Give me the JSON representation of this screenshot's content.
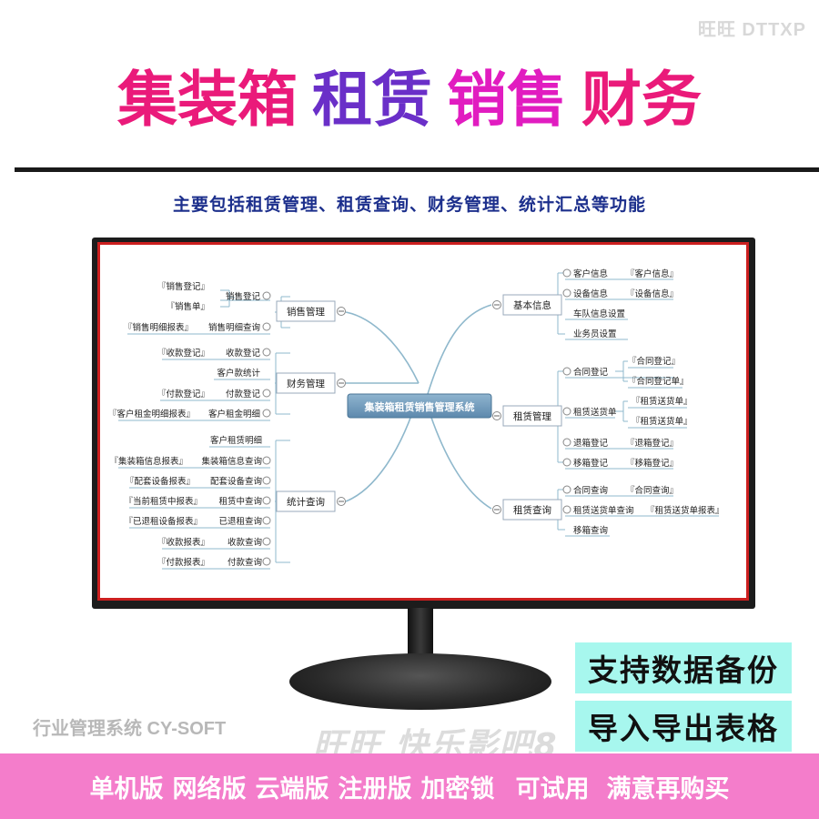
{
  "watermark_top": "旺旺 DTTXP",
  "headline": {
    "word1": "集装箱",
    "word2": "租赁",
    "word3": "销售",
    "word4": "财务",
    "colors": {
      "pink": "#ea1a7a",
      "purple": "#6a2fc8",
      "magenta": "#e11cc0"
    }
  },
  "subtitle": "主要包括租赁管理、租赁查询、财务管理、统计汇总等功能",
  "mindmap": {
    "center": "集装箱租赁销售管理系统",
    "left": {
      "sales": {
        "label": "销售管理",
        "items": [
          {
            "label": "销售登记",
            "reports": [
              "『销售登记』",
              "『销售单』"
            ]
          },
          {
            "label": "销售明细查询",
            "reports": [
              "『销售明细报表』"
            ]
          }
        ]
      },
      "finance": {
        "label": "财务管理",
        "items": [
          {
            "label": "收款登记",
            "reports": [
              "『收款登记』"
            ]
          },
          {
            "label": "客户款统计",
            "reports": []
          },
          {
            "label": "付款登记",
            "reports": [
              "『付款登记』"
            ]
          },
          {
            "label": "客户租金明细",
            "reports": [
              "『客户租金明细报表』"
            ]
          }
        ]
      },
      "stats": {
        "label": "统计查询",
        "items": [
          {
            "label": "客户租赁明细",
            "reports": []
          },
          {
            "label": "集装箱信息查询",
            "reports": [
              "『集装箱信息报表』"
            ]
          },
          {
            "label": "配套设备查询",
            "reports": [
              "『配套设备报表』"
            ]
          },
          {
            "label": "租赁中查询",
            "reports": [
              "『当前租赁中报表』"
            ]
          },
          {
            "label": "已退租查询",
            "reports": [
              "『已退租设备报表』"
            ]
          },
          {
            "label": "收款查询",
            "reports": [
              "『收款报表』"
            ]
          },
          {
            "label": "付款查询",
            "reports": [
              "『付款报表』"
            ]
          }
        ]
      }
    },
    "right": {
      "basic": {
        "label": "基本信息",
        "items": [
          {
            "label": "客户信息",
            "reports": [
              "『客户信息』"
            ]
          },
          {
            "label": "设备信息",
            "reports": [
              "『设备信息』"
            ]
          },
          {
            "label": "车队信息设置",
            "reports": []
          },
          {
            "label": "业务员设置",
            "reports": []
          }
        ]
      },
      "rental": {
        "label": "租赁管理",
        "items": [
          {
            "label": "合同登记",
            "reports": [
              "『合同登记』",
              "『合同登记单』"
            ]
          },
          {
            "label": "租赁送货单",
            "reports": [
              "『租赁送货单』",
              "『租赁送货单』"
            ]
          },
          {
            "label": "退箱登记",
            "reports": [
              "『退箱登记』"
            ]
          },
          {
            "label": "移箱登记",
            "reports": [
              "『移箱登记』"
            ]
          }
        ]
      },
      "query": {
        "label": "租赁查询",
        "items": [
          {
            "label": "合同查询",
            "reports": [
              "『合同查询』"
            ]
          },
          {
            "label": "租赁送货单查询",
            "reports": [
              "『租赁送货单报表』"
            ]
          },
          {
            "label": "移箱查询",
            "reports": []
          }
        ]
      }
    }
  },
  "features": {
    "backup": "支持数据备份",
    "excel": "导入导出表格"
  },
  "company": "行业管理系统 CY-SOFT",
  "watermark_center": "旺旺 快乐影吧8",
  "bottom_bar": {
    "items": [
      "单机版",
      "网络版",
      "云端版",
      "注册版",
      "加密锁",
      "可试用",
      "满意再购买"
    ],
    "color": "#f47dcb"
  }
}
